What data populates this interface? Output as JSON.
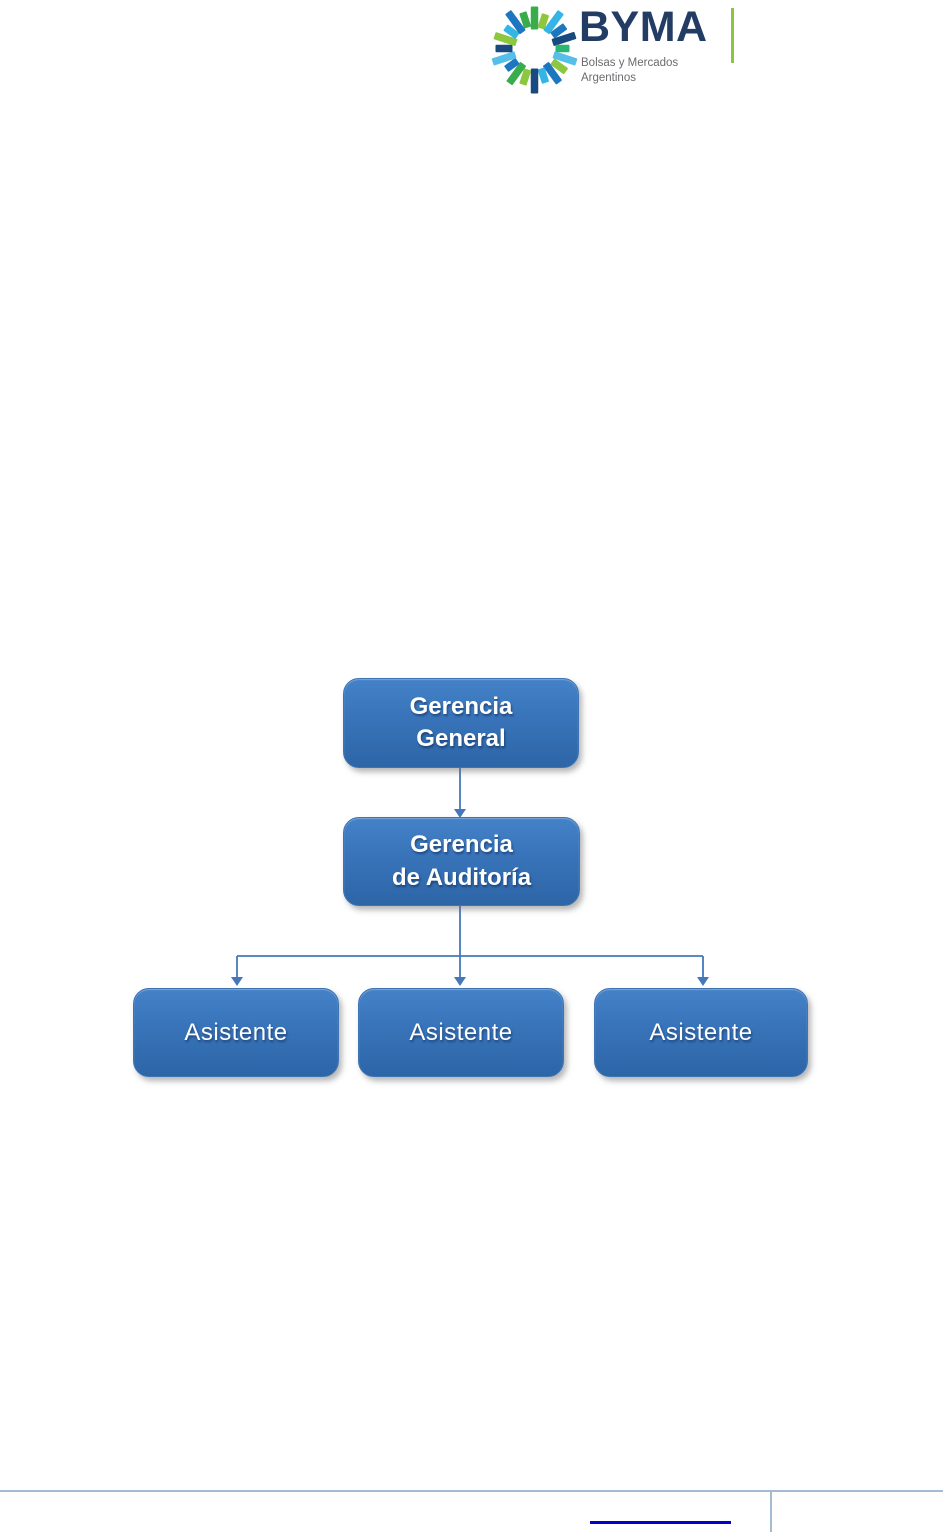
{
  "header": {
    "brand": "BYMA",
    "subtitle": "Bolsas y Mercados\nArgentinos",
    "brand_color": "#223C64",
    "subtitle_color": "#6A6B6E",
    "accent_line_color": "#8CC63E",
    "ring_icon": {
      "segment_colors": [
        "#39AC4B",
        "#8DC63F",
        "#35B5E5",
        "#1C77C0",
        "#18497F",
        "#2BB673",
        "#55BFE9",
        "#8DC63F",
        "#1C77C0",
        "#35B5E5",
        "#18497F",
        "#8DC63F",
        "#39AC4B",
        "#1C77C0",
        "#55BFE9",
        "#18497F",
        "#8DC63F",
        "#35B5E5",
        "#1C77C0",
        "#39AC4B"
      ]
    }
  },
  "org_chart": {
    "connector_color": "#4478BB",
    "node_fill_top": "#4482C8",
    "node_fill_bottom": "#2D66A7",
    "node_text_color": "#FFFFFF",
    "nodes": [
      {
        "label": "Gerencia\nGeneral"
      },
      {
        "label": "Gerencia\nde Auditoría"
      },
      {
        "label": "Asistente"
      },
      {
        "label": "Asistente"
      },
      {
        "label": "Asistente"
      }
    ]
  },
  "footer": {
    "divider_color": "#A4BBD2",
    "link_line_color": "#0203C9"
  }
}
